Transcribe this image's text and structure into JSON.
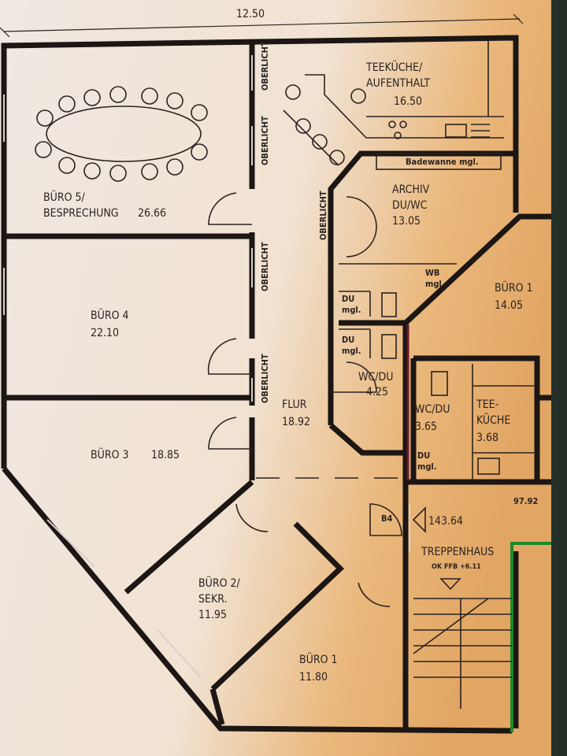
{
  "dimension_top": "12.50",
  "rooms": {
    "buero5": {
      "name1": "BÜRO 5/",
      "name2": "BESPRECHUNG",
      "area": "26.66"
    },
    "buero4": {
      "name": "BÜRO 4",
      "area": "22.10"
    },
    "buero3": {
      "name": "BÜRO 3",
      "area": "18.85"
    },
    "buero2": {
      "name1": "BÜRO 2/",
      "name2": "SEKR.",
      "area": "11.95"
    },
    "buero1_bottom": {
      "name": "BÜRO 1",
      "area": "11.80"
    },
    "teekueche": {
      "name1": "TEEKÜCHE/",
      "name2": "AUFENTHALT",
      "area": "16.50"
    },
    "archiv": {
      "name1": "ARCHIV",
      "name2": "DU/WC",
      "area": "13.05"
    },
    "buero1_right": {
      "name": "BÜRO 1",
      "area": "14.05"
    },
    "flur": {
      "name": "FLUR",
      "area": "18.92"
    },
    "wcdu_left": {
      "name": "WC/DU",
      "area": "4.25"
    },
    "wcdu_right": {
      "name": "WC/DU",
      "area": "3.65"
    },
    "teekueche_small": {
      "name1": "TEE-",
      "name2": "KÜCHE",
      "area": "3.68"
    },
    "treppenhaus": {
      "name": "TREPPENHAUS",
      "level": "OK FFB +6.11"
    }
  },
  "annotations": {
    "oberlicht": "OBERLICHT",
    "badewanne": "Badewanne mgl.",
    "wb1": "WB",
    "wb2": "mgl.",
    "du1": "DU",
    "du2": "mgl.",
    "b4": "B4",
    "level_143": "143.64",
    "level_97": "97.92"
  },
  "colors": {
    "wall": "#1c1614",
    "bg_left": "#efe6de",
    "bg_right": "#e8b273",
    "frame_green": "#1f8a2a",
    "frame_red": "#6b1a24"
  }
}
